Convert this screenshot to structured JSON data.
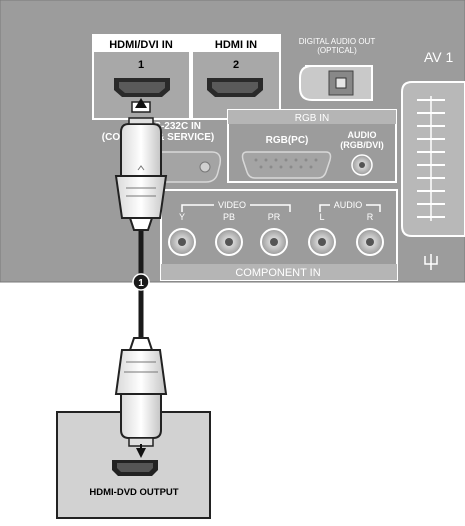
{
  "panel": {
    "hdmi1": {
      "title": "HDMI/DVI IN",
      "number": "1"
    },
    "hdmi2": {
      "title": "HDMI IN",
      "number": "2"
    },
    "digital_audio_out": {
      "line1": "DIGITAL AUDIO OUT",
      "line2": "(OPTICAL)"
    },
    "av_label": "AV 1",
    "rs232c": {
      "line1": "RS-232C IN",
      "line2": "(CONTROL & SERVICE)"
    },
    "rgb_in": {
      "title": "RGB IN",
      "rgb_pc": "RGB(PC)",
      "audio_line1": "AUDIO",
      "audio_line2": "(RGB/DVI)"
    },
    "component_in": {
      "title": "COMPONENT IN",
      "video_label": "VIDEO",
      "audio_label": "AUDIO",
      "jacks": [
        "Y",
        "PB",
        "PR",
        "L",
        "R"
      ]
    }
  },
  "callout_number": "1",
  "dvd_device": {
    "label": "HDMI-DVD OUTPUT"
  }
}
